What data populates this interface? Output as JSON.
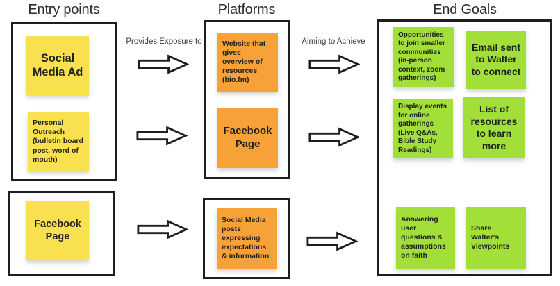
{
  "headers": {
    "entry": "Entry points",
    "platforms": "Platforms",
    "goals": "End Goals"
  },
  "arrow_labels": {
    "exposure": "Provides Exposure to",
    "achieve": "Aiming to Achieve"
  },
  "entry": {
    "group1": {
      "social_media_ad": "Social Media Ad",
      "personal_outreach": "Personal Outreach (bulletin board post, word of mouth)"
    },
    "group2": {
      "facebook_page": "Facebook Page"
    }
  },
  "platforms": {
    "group1": {
      "website": "Website that gives overview of resources (bio.fm)",
      "facebook_page": "Facebook Page"
    },
    "group2": {
      "social_posts": "Social Media posts expressing expectations & information"
    }
  },
  "goals": {
    "opportunities": "Opportunities to join smaller communities (in-person context, zoom gatherings)",
    "email_walter": "Email sent to Walter to connect",
    "display_events": "Display events for online gatherings (Live Q&As, Bible Study Readings)",
    "resources_list": "List of resources to learn more",
    "answering_questions": "Answering user questions & assumptions on faith",
    "share_viewpoints": "Share Walter's Viewpoints"
  },
  "colors": {
    "yellow_sticky": "#F9E04F",
    "orange_sticky": "#F7A239",
    "green_sticky": "#A2DF39",
    "ink": "#1E1E1E",
    "background": "#FFFFFF"
  }
}
